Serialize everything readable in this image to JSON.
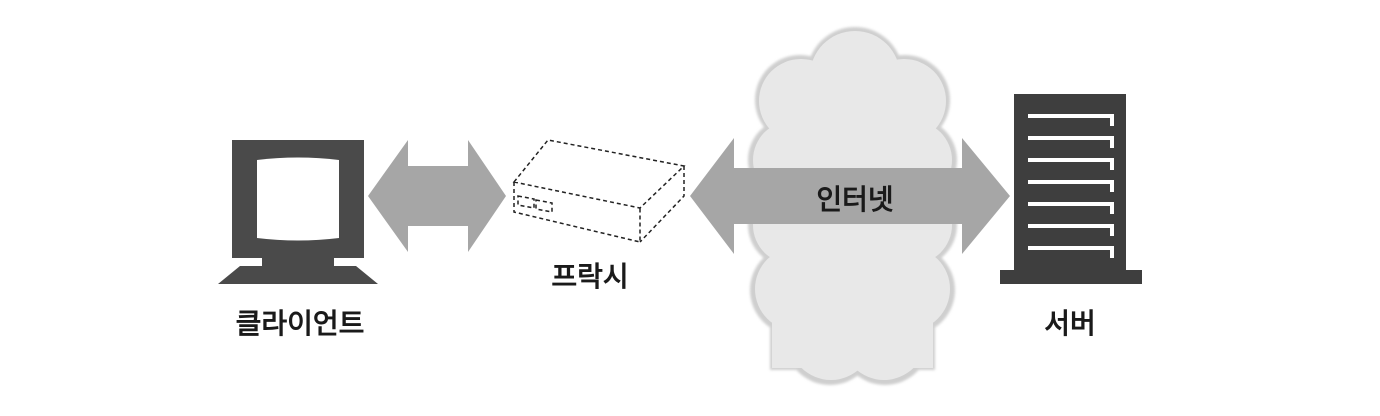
{
  "labels": {
    "client": "클라이언트",
    "proxy": "프락시",
    "internet": "인터넷",
    "server": "서버"
  },
  "colors": {
    "monitor": "#4a4a4a",
    "arrow": "#a6a6a6",
    "cloud": "#e6e6e6",
    "cloud_outline": "#cfcfcf",
    "server": "#3e3e3e",
    "label": "#1a1a1a"
  },
  "icons": [
    "computer-icon",
    "proxy-box-icon",
    "cloud-icon",
    "server-icon",
    "double-arrow-icon"
  ]
}
